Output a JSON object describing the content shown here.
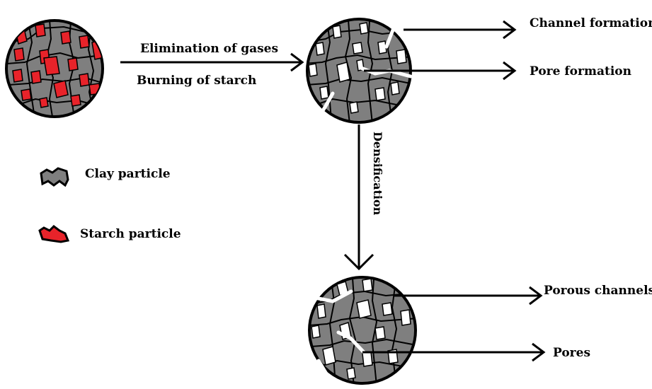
{
  "labels": {
    "elimination": "Elimination of gases",
    "burning": "Burning of starch",
    "channel_formation": "Channel formation",
    "pore_formation": "Pore formation",
    "densification": "Densification",
    "porous_channels": "Porous channels",
    "pores": "Pores"
  },
  "legend": {
    "clay": "Clay particle",
    "starch": "Starch particle"
  },
  "colors": {
    "clay": "#7f7f7f",
    "starch": "#e8232a",
    "pore": "#ffffff",
    "outline": "#000000"
  }
}
